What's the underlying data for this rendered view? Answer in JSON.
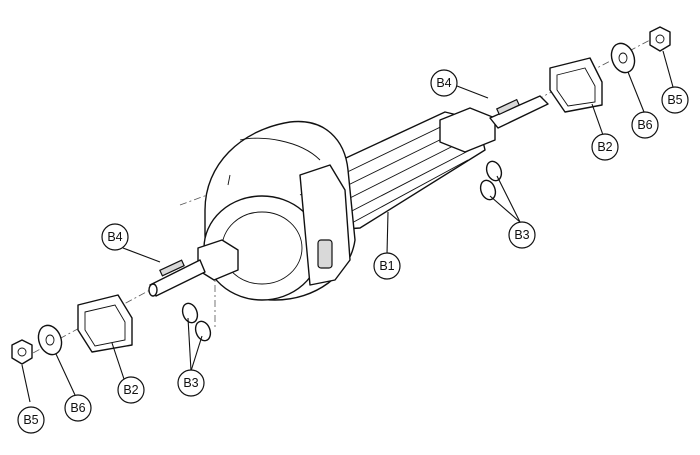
{
  "callouts": {
    "b1": "B1",
    "b2_left": "B2",
    "b2_right": "B2",
    "b3_left": "B3",
    "b3_right": "B3",
    "b4_left": "B4",
    "b4_right": "B4",
    "b5_left": "B5",
    "b5_right": "B5",
    "b6_left": "B6",
    "b6_right": "B6"
  }
}
